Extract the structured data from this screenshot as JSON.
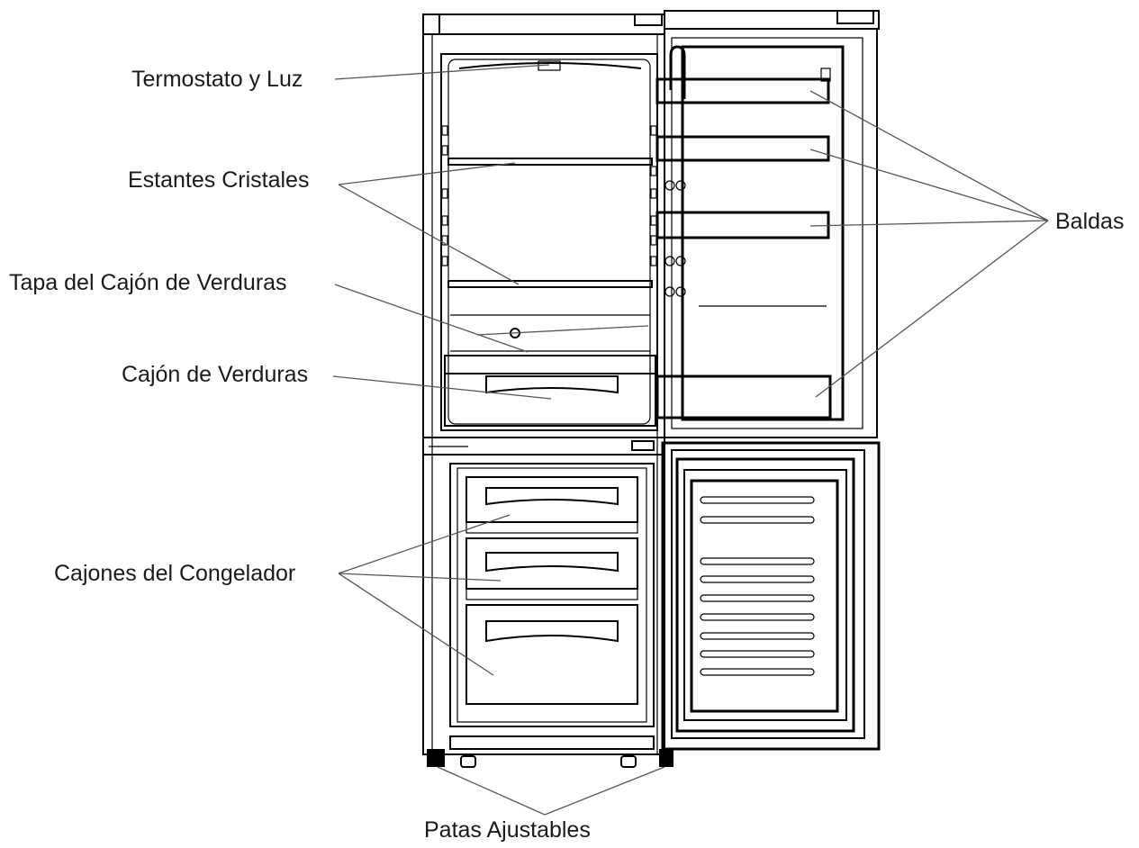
{
  "labels": {
    "termostato": "Termostato y Luz",
    "estantes": "Estantes Cristales",
    "tapa": "Tapa del Cajón de Verduras",
    "cajon_verduras": "Cajón de Verduras",
    "cajones_congelador": "Cajones del Congelador",
    "patas": "Patas Ajustables",
    "baldas": "Baldas"
  }
}
